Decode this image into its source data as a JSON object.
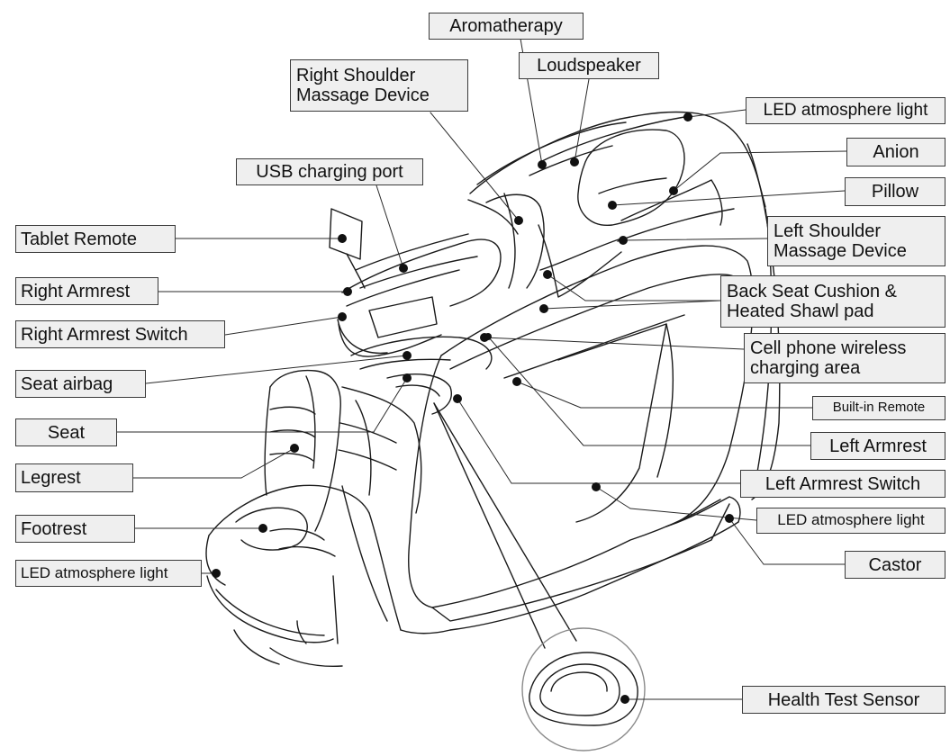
{
  "labels": {
    "aromatherapy": "Aromatherapy",
    "loudspeaker": "Loudspeaker",
    "right_shoulder_1": "Right Shoulder",
    "right_shoulder_2": "Massage Device",
    "led_top": "LED atmosphere light",
    "anion": "Anion",
    "usb": "USB charging port",
    "pillow": "Pillow",
    "tablet_remote": "Tablet Remote",
    "left_shoulder_1": "Left Shoulder",
    "left_shoulder_2": "Massage Device",
    "right_armrest": "Right Armrest",
    "back_seat_1": "Back Seat Cushion &",
    "back_seat_2": "Heated Shawl pad",
    "right_armrest_switch": "Right Armrest Switch",
    "cell_phone_1": "Cell phone wireless",
    "cell_phone_2": "charging area",
    "seat_airbag": "Seat airbag",
    "built_in_remote": "Built-in Remote",
    "seat": "Seat",
    "left_armrest": "Left Armrest",
    "legrest": "Legrest",
    "left_armrest_switch": "Left Armrest Switch",
    "led_right": "LED atmosphere light",
    "footrest": "Footrest",
    "castor": "Castor",
    "led_left": "LED atmosphere light",
    "health_sensor": "Health Test Sensor"
  }
}
